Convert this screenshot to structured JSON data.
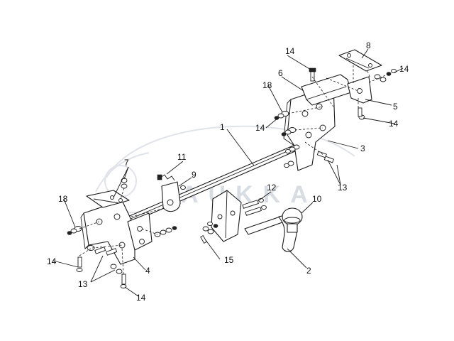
{
  "watermark": {
    "brand": "AUKKA",
    "tagline": ""
  },
  "colors": {
    "line": "#1a1a1a",
    "watermark": "#d8dde3"
  },
  "callouts": [
    {
      "id": "1",
      "label": "1"
    },
    {
      "id": "2",
      "label": "2"
    },
    {
      "id": "3",
      "label": "3"
    },
    {
      "id": "4",
      "label": "4"
    },
    {
      "id": "5",
      "label": "5"
    },
    {
      "id": "6",
      "label": "6"
    },
    {
      "id": "7",
      "label": "7"
    },
    {
      "id": "8",
      "label": "8"
    },
    {
      "id": "9",
      "label": "9"
    },
    {
      "id": "10",
      "label": "10"
    },
    {
      "id": "11",
      "label": "11"
    },
    {
      "id": "12",
      "label": "12"
    },
    {
      "id": "13a",
      "label": "13"
    },
    {
      "id": "13b",
      "label": "13"
    },
    {
      "id": "14a",
      "label": "14"
    },
    {
      "id": "14b",
      "label": "14"
    },
    {
      "id": "14c",
      "label": "14"
    },
    {
      "id": "14d",
      "label": "14"
    },
    {
      "id": "14e",
      "label": "14"
    },
    {
      "id": "14f",
      "label": "14"
    },
    {
      "id": "15",
      "label": "15"
    },
    {
      "id": "18a",
      "label": "18"
    },
    {
      "id": "18b",
      "label": "18"
    }
  ]
}
